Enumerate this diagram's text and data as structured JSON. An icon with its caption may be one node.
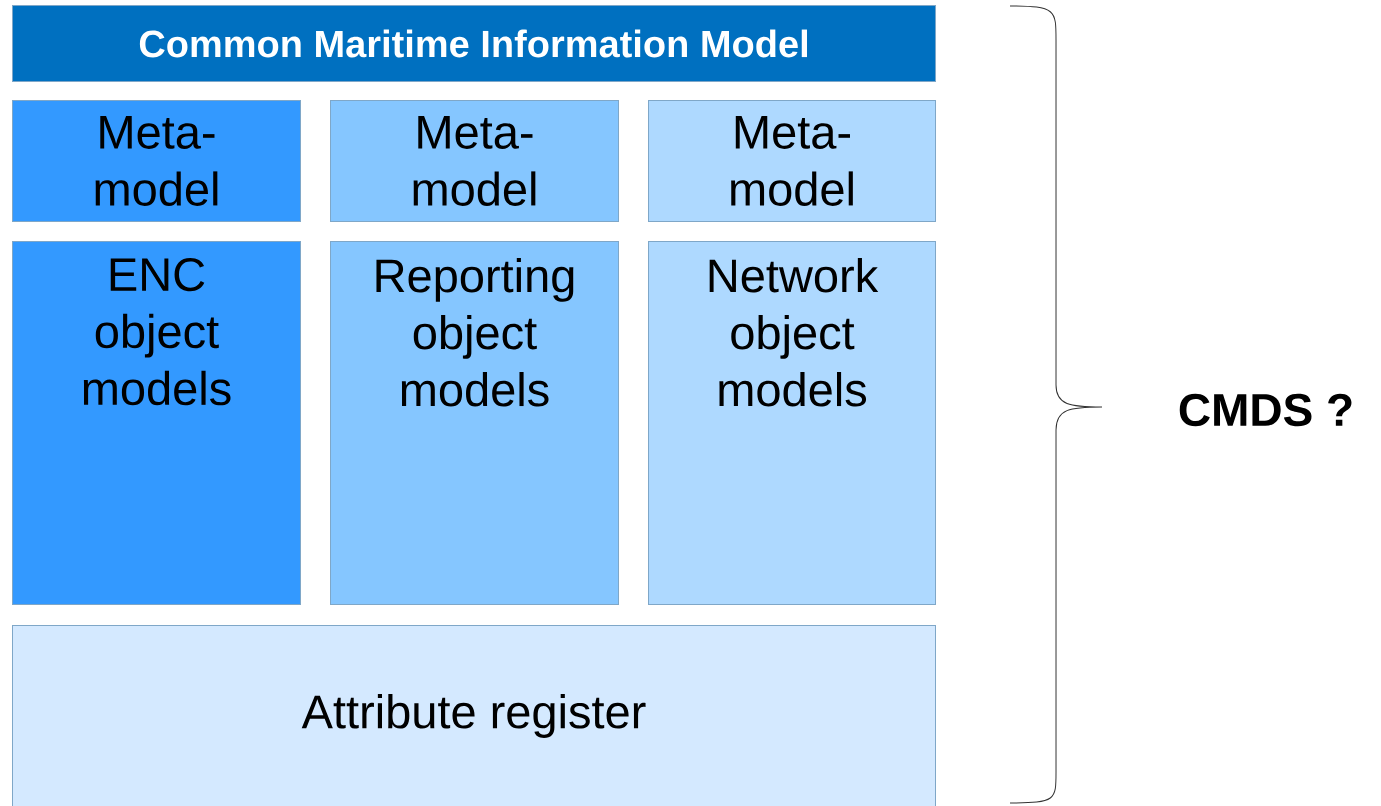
{
  "diagram": {
    "nodes": [
      {
        "text": [
          "Common Maritime Information Model"
        ]
      },
      {
        "text": [
          "Meta- model"
        ]
      },
      {
        "text": [
          "Meta- model"
        ]
      },
      {
        "text": [
          "Meta- model"
        ]
      },
      {
        "text": [
          "ENC object models"
        ]
      },
      {
        "text": [
          "Reporting object models"
        ]
      },
      {
        "text": [
          "Network object models"
        ]
      },
      {
        "text": [
          "Attribute register"
        ]
      }
    ],
    "labels": [
      "CMDS ?"
    ]
  }
}
